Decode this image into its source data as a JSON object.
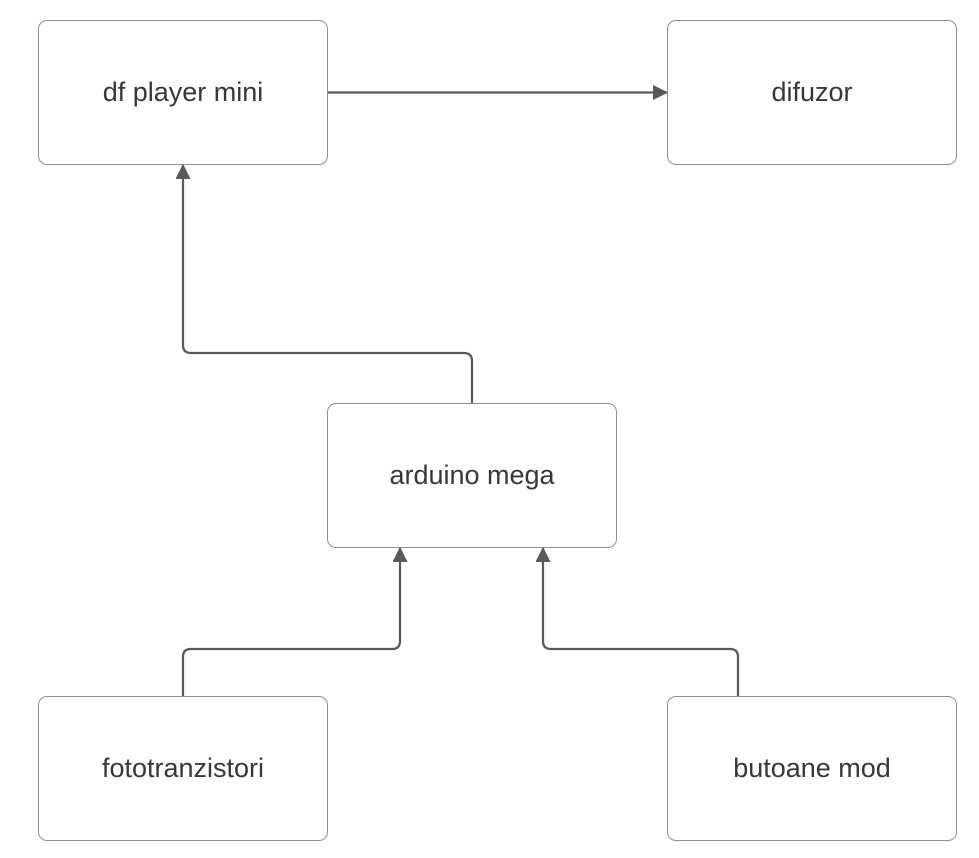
{
  "diagram": {
    "nodes": [
      {
        "id": "df-player-mini",
        "label": "df player mini"
      },
      {
        "id": "difuzor",
        "label": "difuzor"
      },
      {
        "id": "arduino-mega",
        "label": "arduino mega"
      },
      {
        "id": "fototranzistori",
        "label": "fototranzistori"
      },
      {
        "id": "butoane-mod",
        "label": "butoane mod"
      }
    ],
    "edges": [
      {
        "from": "df player mini",
        "to": "difuzor",
        "style": "solid-arrow"
      },
      {
        "from": "arduino mega",
        "to": "df player mini",
        "style": "solid-arrow"
      },
      {
        "from": "fototranzistori",
        "to": "arduino mega",
        "style": "solid-arrow"
      },
      {
        "from": "butoane mod",
        "to": "arduino mega",
        "style": "solid-arrow"
      }
    ],
    "colors": {
      "background": "#ffffff",
      "node_fill": "#ffffff",
      "node_border": "#919191",
      "edge_stroke": "#595959",
      "arrowhead_fill": "#595959",
      "text": "#383838"
    }
  }
}
